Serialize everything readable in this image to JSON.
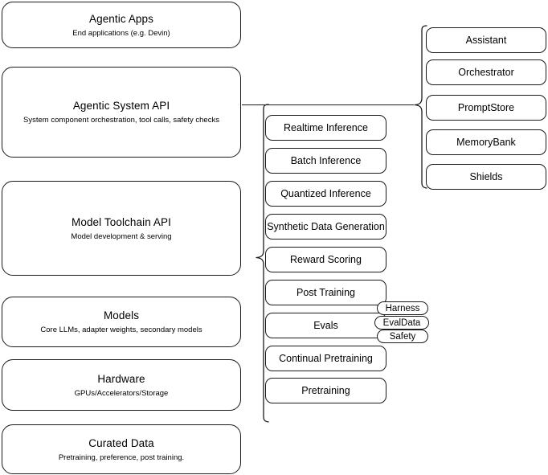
{
  "diagram": {
    "title": "AI Stack Layered Architecture",
    "stroke_color": "#1a1a1a",
    "background_color": "#ffffff"
  },
  "stack_layers": [
    {
      "id": "agentic-apps",
      "title": "Agentic Apps",
      "subtitle": "End applications (e.g. Devin)"
    },
    {
      "id": "agentic-system-api",
      "title": "Agentic System API",
      "subtitle": "System component orchestration, tool calls, safety checks"
    },
    {
      "id": "model-toolchain-api",
      "title": "Model Toolchain API",
      "subtitle": "Model development & serving"
    },
    {
      "id": "models",
      "title": "Models",
      "subtitle": "Core LLMs, adapter weights, secondary models"
    },
    {
      "id": "hardware",
      "title": "Hardware",
      "subtitle": "GPUs/Accelerators/Storage"
    },
    {
      "id": "curated-data",
      "title": "Curated Data",
      "subtitle": "Pretraining, preference, post training."
    }
  ],
  "toolchain_components": [
    {
      "id": "realtime-inference",
      "label": "Realtime Inference"
    },
    {
      "id": "batch-inference",
      "label": "Batch Inference"
    },
    {
      "id": "quantized-inference",
      "label": "Quantized Inference"
    },
    {
      "id": "synthetic-data-generation",
      "label": "Synthetic Data Generation"
    },
    {
      "id": "reward-scoring",
      "label": "Reward Scoring"
    },
    {
      "id": "post-training",
      "label": "Post Training"
    },
    {
      "id": "evals",
      "label": "Evals"
    },
    {
      "id": "continual-pretraining",
      "label": "Continual Pretraining"
    },
    {
      "id": "pretraining",
      "label": "Pretraining"
    }
  ],
  "evals_subcomponents": [
    {
      "id": "harness",
      "label": "Harness"
    },
    {
      "id": "evaldata",
      "label": "EvalData"
    },
    {
      "id": "safety",
      "label": "Safety"
    }
  ],
  "agentic_system_components": [
    {
      "id": "assistant",
      "label": "Assistant"
    },
    {
      "id": "orchestrator",
      "label": "Orchestrator"
    },
    {
      "id": "promptstore",
      "label": "PromptStore"
    },
    {
      "id": "memorybank",
      "label": "MemoryBank"
    },
    {
      "id": "shields",
      "label": "Shields"
    }
  ]
}
